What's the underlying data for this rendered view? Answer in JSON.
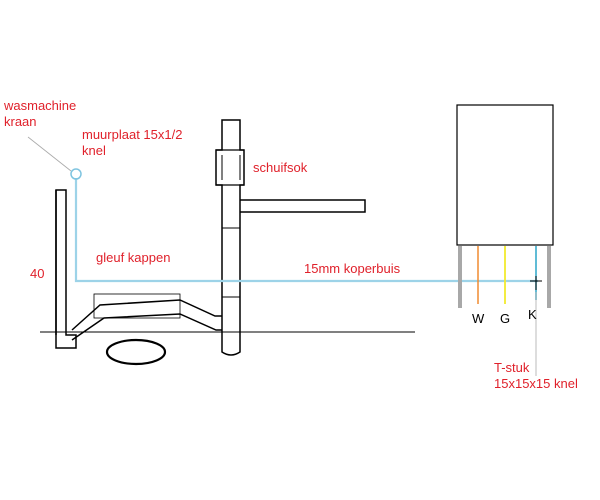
{
  "labels": {
    "wasmachine_line1": "wasmachine",
    "wasmachine_line2": "kraan",
    "muurplaat_line1": "muurplaat 15x1/2",
    "muurplaat_line2": "knel",
    "schuifsok": "schuifsok",
    "gleuf_kappen": "gleuf kappen",
    "koperbuis": "15mm koperbuis",
    "height_40": "40",
    "w": "W",
    "g": "G",
    "k": "K",
    "tstuk_line1": "T-stuk",
    "tstuk_line2": "15x15x15 knel"
  },
  "colors": {
    "label_red": "#e0212b",
    "water_pipe": "#9dd3e8",
    "wire_w": "#f08a30",
    "wire_g": "#f2ea2e",
    "wire_k": "#2aa6c8",
    "gray_pipe": "#a8a8a8"
  }
}
